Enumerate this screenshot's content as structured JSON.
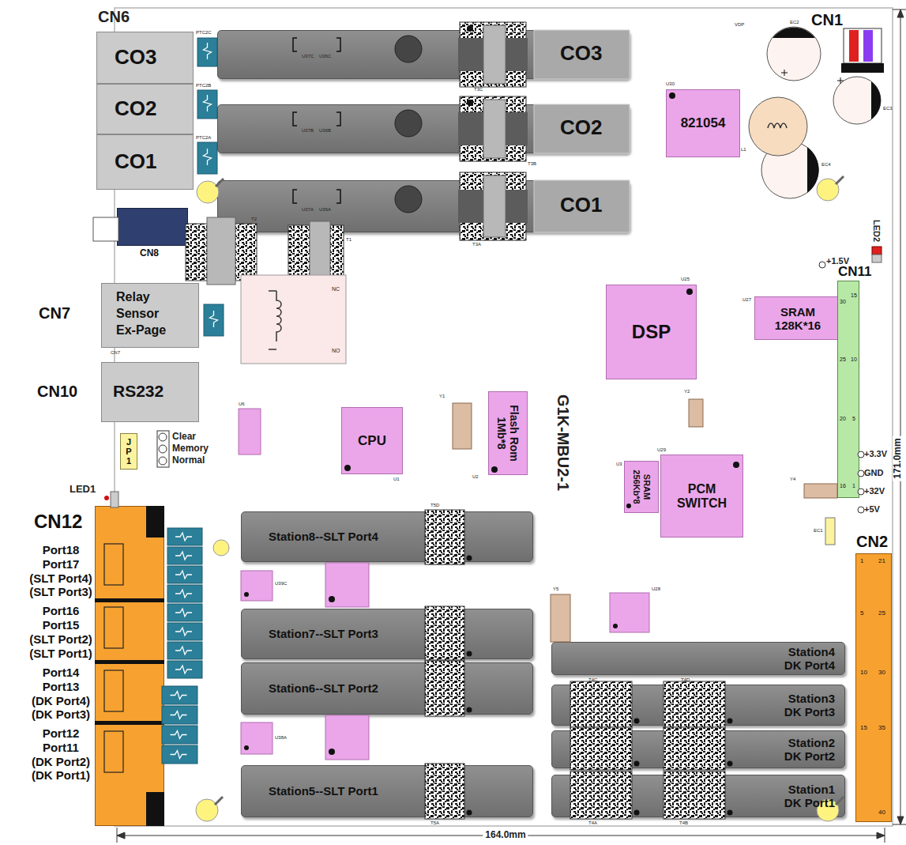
{
  "diagram": {
    "nodes": [
      {
        "text": [
          "CO3"
        ]
      },
      {
        "text": [
          "CO2"
        ]
      },
      {
        "text": [
          "CO1"
        ]
      },
      {
        "text": [
          "CO3"
        ]
      },
      {
        "text": [
          "CO2"
        ]
      },
      {
        "text": [
          "CO1"
        ]
      },
      {
        "text": [
          "821054"
        ]
      },
      {
        "text": [
          "CN7",
          "Relay",
          "Sensor",
          "Ex-Page"
        ]
      },
      {
        "text": [
          "CN10",
          "RS232"
        ]
      },
      {
        "text": [
          "CPU"
        ]
      },
      {
        "text": [
          "Flash Rom",
          "1Mb*8"
        ]
      },
      {
        "text": [
          "DSP"
        ]
      },
      {
        "text": [
          "SRAM",
          "128K*16"
        ]
      },
      {
        "text": [
          "SRAM",
          "256Kb*8"
        ]
      },
      {
        "text": [
          "PCM",
          "SWITCH"
        ]
      },
      {
        "text": [
          "CN8"
        ]
      },
      {
        "text": [
          "JP1"
        ]
      },
      {
        "text": [
          "CN12",
          "Port18",
          "Port17",
          "(SLT Port4)",
          "(SLT Port3)",
          "Port16",
          "Port15",
          "(SLT Port2)",
          "(SLT Port1)",
          "Port14",
          "Port13",
          "(DK Port4)",
          "(DK Port3)",
          "Port12",
          "Port11",
          "(DK Port2)",
          "(DK Port1)"
        ]
      },
      {
        "text": [
          "Station8--SLT Port4"
        ]
      },
      {
        "text": [
          "Station7--SLT Port3"
        ]
      },
      {
        "text": [
          "Station6--SLT Port2"
        ]
      },
      {
        "text": [
          "Station5--SLT Port1"
        ]
      },
      {
        "text": [
          "Station4",
          "DK Port4"
        ]
      },
      {
        "text": [
          "Station3",
          "DK Port3"
        ]
      },
      {
        "text": [
          "Station2",
          "DK Port2"
        ]
      },
      {
        "text": [
          "Station1",
          "DK Port1"
        ]
      },
      {
        "text": [
          "CN11",
          "30",
          "15",
          "25",
          "10",
          "20",
          "5",
          "16",
          "1"
        ]
      },
      {
        "text": [
          "CN2",
          "1",
          "21",
          "5",
          "25",
          "10",
          "30",
          "15",
          "35",
          "40"
        ]
      },
      {
        "text": [
          "CN1"
        ]
      }
    ],
    "labels": [
      "CN6",
      "LED1",
      "LED2",
      "Clear",
      "Memory",
      "Normal",
      "G1K-MBU2-1",
      "164.0mm",
      "171.0mm",
      "+1.5V",
      "+3.3V",
      "GND",
      "+32V",
      "+5V",
      "PTC2C",
      "PTC2B",
      "PTC2A",
      "U30",
      "U25",
      "U27",
      "U29",
      "U3",
      "U1",
      "U2",
      "U6",
      "Y1",
      "Y2",
      "Y4",
      "Y5",
      "U28",
      "EC1",
      "EC2",
      "EC3",
      "EC4",
      "L1",
      "T1",
      "T2",
      "RL1",
      "NC",
      "NO",
      "T3C",
      "T3B",
      "T3A",
      "T5D",
      "T5A",
      "T4A",
      "T4B",
      "T4C",
      "T4D",
      "VDP",
      "U37C",
      "U36C",
      "U37B",
      "U36B",
      "U37A",
      "U36A",
      "U39C",
      "U38A",
      "CN7"
    ]
  }
}
